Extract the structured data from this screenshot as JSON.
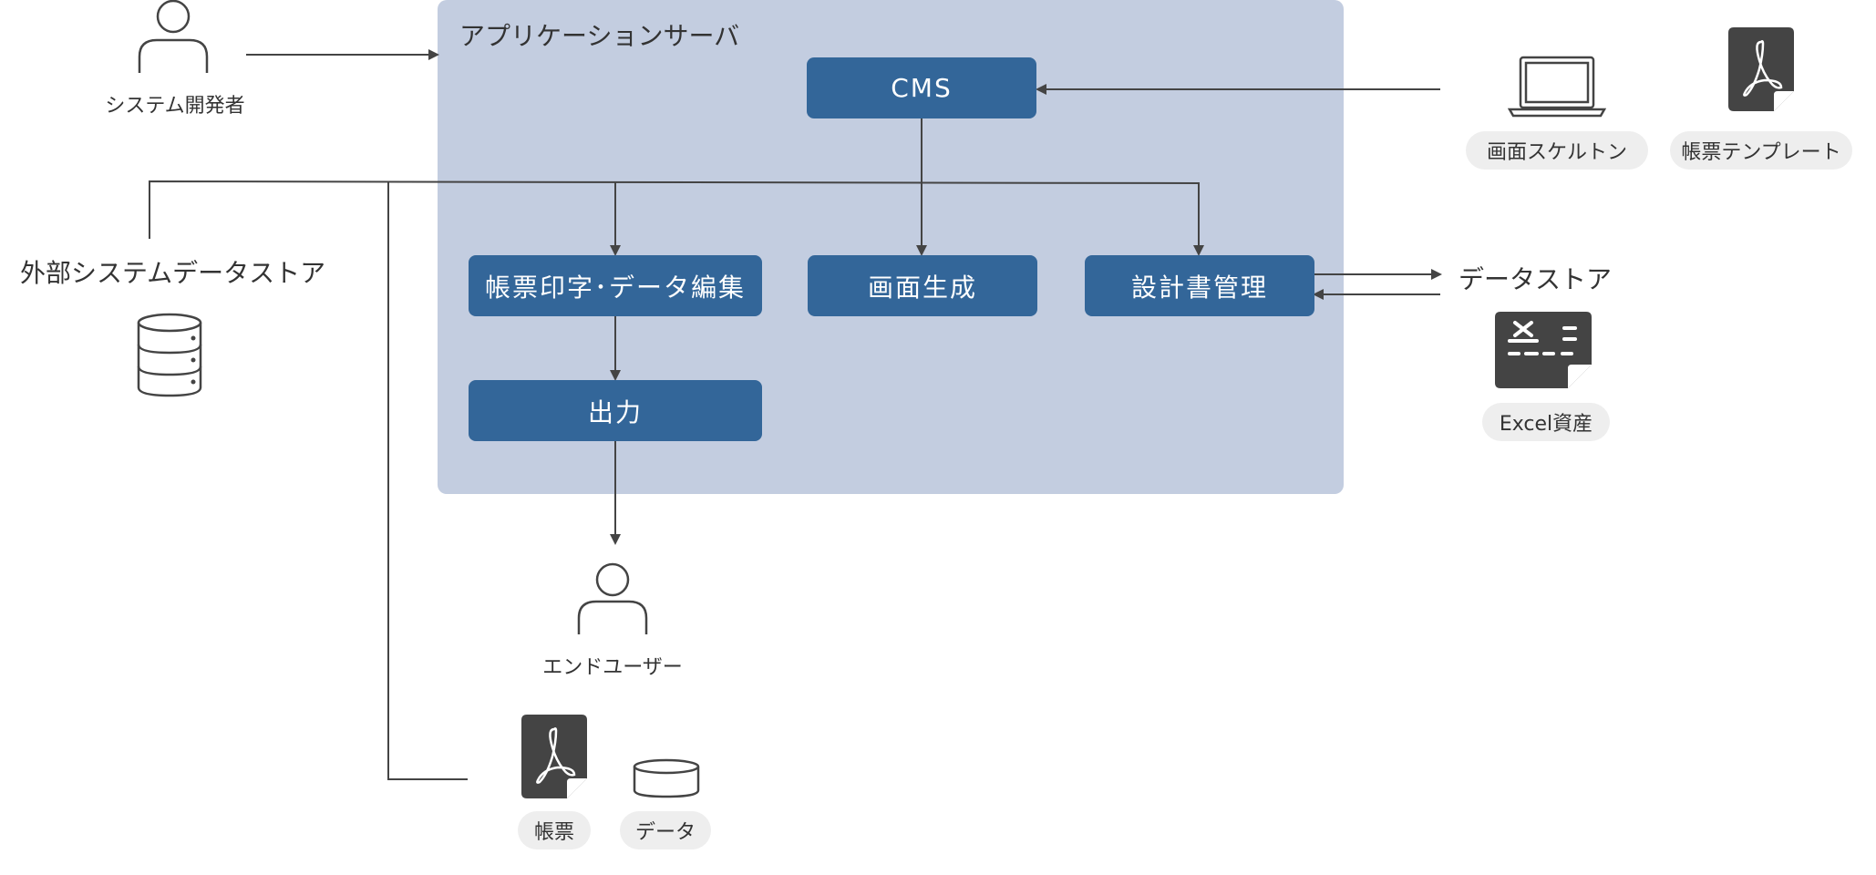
{
  "server": {
    "title": "アプリケーションサーバ"
  },
  "boxes": {
    "cms": "CMS",
    "report_edit": "帳票印字･データ編集",
    "screen_gen": "画面生成",
    "design_mgmt": "設計書管理",
    "output": "出力"
  },
  "actors": {
    "developer": "システム開発者",
    "end_user": "エンドユーザー"
  },
  "external": {
    "ext_store": "外部システムデータストア",
    "data_store": "データストア"
  },
  "pills": {
    "screen_skeleton": "画面スケルトン",
    "report_template": "帳票テンプレート",
    "excel_assets": "Excel資産",
    "report": "帳票",
    "data": "データ"
  },
  "colors": {
    "box": "#336699",
    "server_bg": "#c3cde0",
    "pill_bg": "#eeeeee",
    "line": "#444444",
    "icon_dark": "#444444"
  }
}
